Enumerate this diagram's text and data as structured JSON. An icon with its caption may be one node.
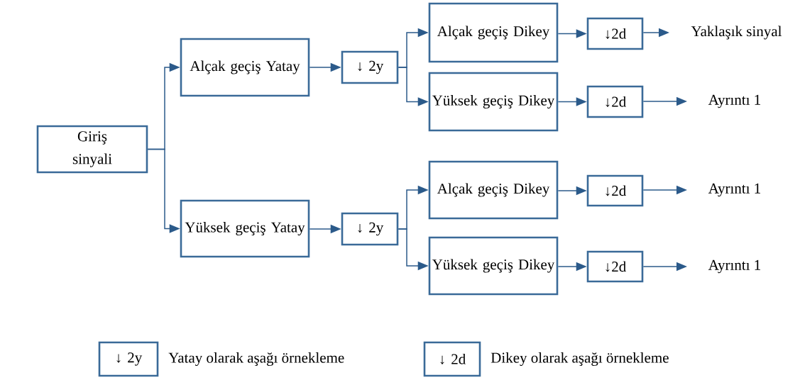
{
  "diagram": {
    "nodes": [
      {
        "text": [
          "Giriş sinyali"
        ]
      },
      {
        "text": [
          "Alçak geçiş Yatay"
        ]
      },
      {
        "text": [
          "Yüksek geçiş Yatay"
        ]
      },
      {
        "text": [
          "↓ 2y"
        ]
      },
      {
        "text": [
          "↓ 2y"
        ]
      },
      {
        "text": [
          "Alçak geçiş Dikey"
        ]
      },
      {
        "text": [
          "Yüksek geçiş Dikey"
        ]
      },
      {
        "text": [
          "Alçak geçiş Dikey"
        ]
      },
      {
        "text": [
          "Yüksek geçiş Dikey"
        ]
      },
      {
        "text": [
          "↓2d"
        ]
      },
      {
        "text": [
          "↓2d"
        ]
      },
      {
        "text": [
          "↓2d"
        ]
      },
      {
        "text": [
          "↓2d"
        ]
      },
      {
        "text": [
          "Yaklaşık sinyal"
        ]
      },
      {
        "text": [
          "Ayrıntı 1"
        ]
      },
      {
        "text": [
          "Ayrıntı 1"
        ]
      },
      {
        "text": [
          "Ayrıntı 1"
        ]
      },
      {
        "text": [
          "↓ 2y"
        ],
        "beside": [
          "Yatay olarak aşağı örnekleme"
        ]
      },
      {
        "text": [
          "↓ 2d"
        ],
        "beside": [
          "Dikey olarak aşağı örnekleme"
        ]
      }
    ],
    "edges": [
      {
        "from": 0,
        "to": 1,
        "arrow": "to"
      },
      {
        "from": 0,
        "to": 2,
        "arrow": "to"
      },
      {
        "from": 1,
        "to": 3,
        "arrow": "to"
      },
      {
        "from": 2,
        "to": 4,
        "arrow": "to"
      },
      {
        "from": 3,
        "to": 5,
        "arrow": "to"
      },
      {
        "from": 3,
        "to": 6,
        "arrow": "to"
      },
      {
        "from": 4,
        "to": 7,
        "arrow": "to"
      },
      {
        "from": 4,
        "to": 8,
        "arrow": "to"
      },
      {
        "from": 5,
        "to": 9,
        "arrow": "to"
      },
      {
        "from": 6,
        "to": 10,
        "arrow": "to"
      },
      {
        "from": 7,
        "to": 11,
        "arrow": "to"
      },
      {
        "from": 8,
        "to": 12,
        "arrow": "to"
      },
      {
        "from": 9,
        "to": 13,
        "arrow": "to"
      },
      {
        "from": 10,
        "to": 14,
        "arrow": "to"
      },
      {
        "from": 11,
        "to": 15,
        "arrow": "to"
      },
      {
        "from": 12,
        "to": 16,
        "arrow": "to"
      }
    ]
  }
}
